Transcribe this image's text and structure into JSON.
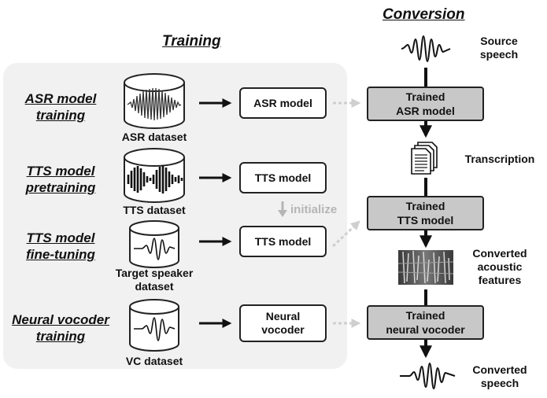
{
  "training": {
    "heading": "Training",
    "rows": [
      {
        "stage_line1": "ASR model",
        "stage_line2": "training",
        "dataset": "ASR dataset",
        "model": "ASR model"
      },
      {
        "stage_line1": "TTS model",
        "stage_line2": "pretraining",
        "dataset": "TTS dataset",
        "model": "TTS model"
      },
      {
        "stage_line1": "TTS model",
        "stage_line2": "fine-tuning",
        "dataset_line1": "Target speaker",
        "dataset_line2": "dataset",
        "model": "TTS model"
      },
      {
        "stage_line1": "Neural vocoder",
        "stage_line2": "training",
        "dataset": "VC dataset",
        "model_line1": "Neural",
        "model_line2": "vocoder"
      }
    ],
    "initialize_label": "initialize"
  },
  "conversion": {
    "heading": "Conversion",
    "source_line1": "Source",
    "source_line2": "speech",
    "trained_asr_line1": "Trained",
    "trained_asr_line2": "ASR model",
    "transcription": "Transcription",
    "trained_tts_line1": "Trained",
    "trained_tts_line2": "TTS model",
    "features_line1": "Converted",
    "features_line2": "acoustic",
    "features_line3": "features",
    "trained_vocoder_line1": "Trained",
    "trained_vocoder_line2": "neural vocoder",
    "output_line1": "Converted",
    "output_line2": "speech"
  },
  "colors": {
    "panel": "#f0f1f0",
    "trained_box": "#c8c8c8",
    "dotted_arrow": "#cfcfcf"
  },
  "icons": [
    "cylinder-dataset-icon",
    "waveform-icon",
    "document-stack-icon",
    "spectrogram-icon"
  ]
}
